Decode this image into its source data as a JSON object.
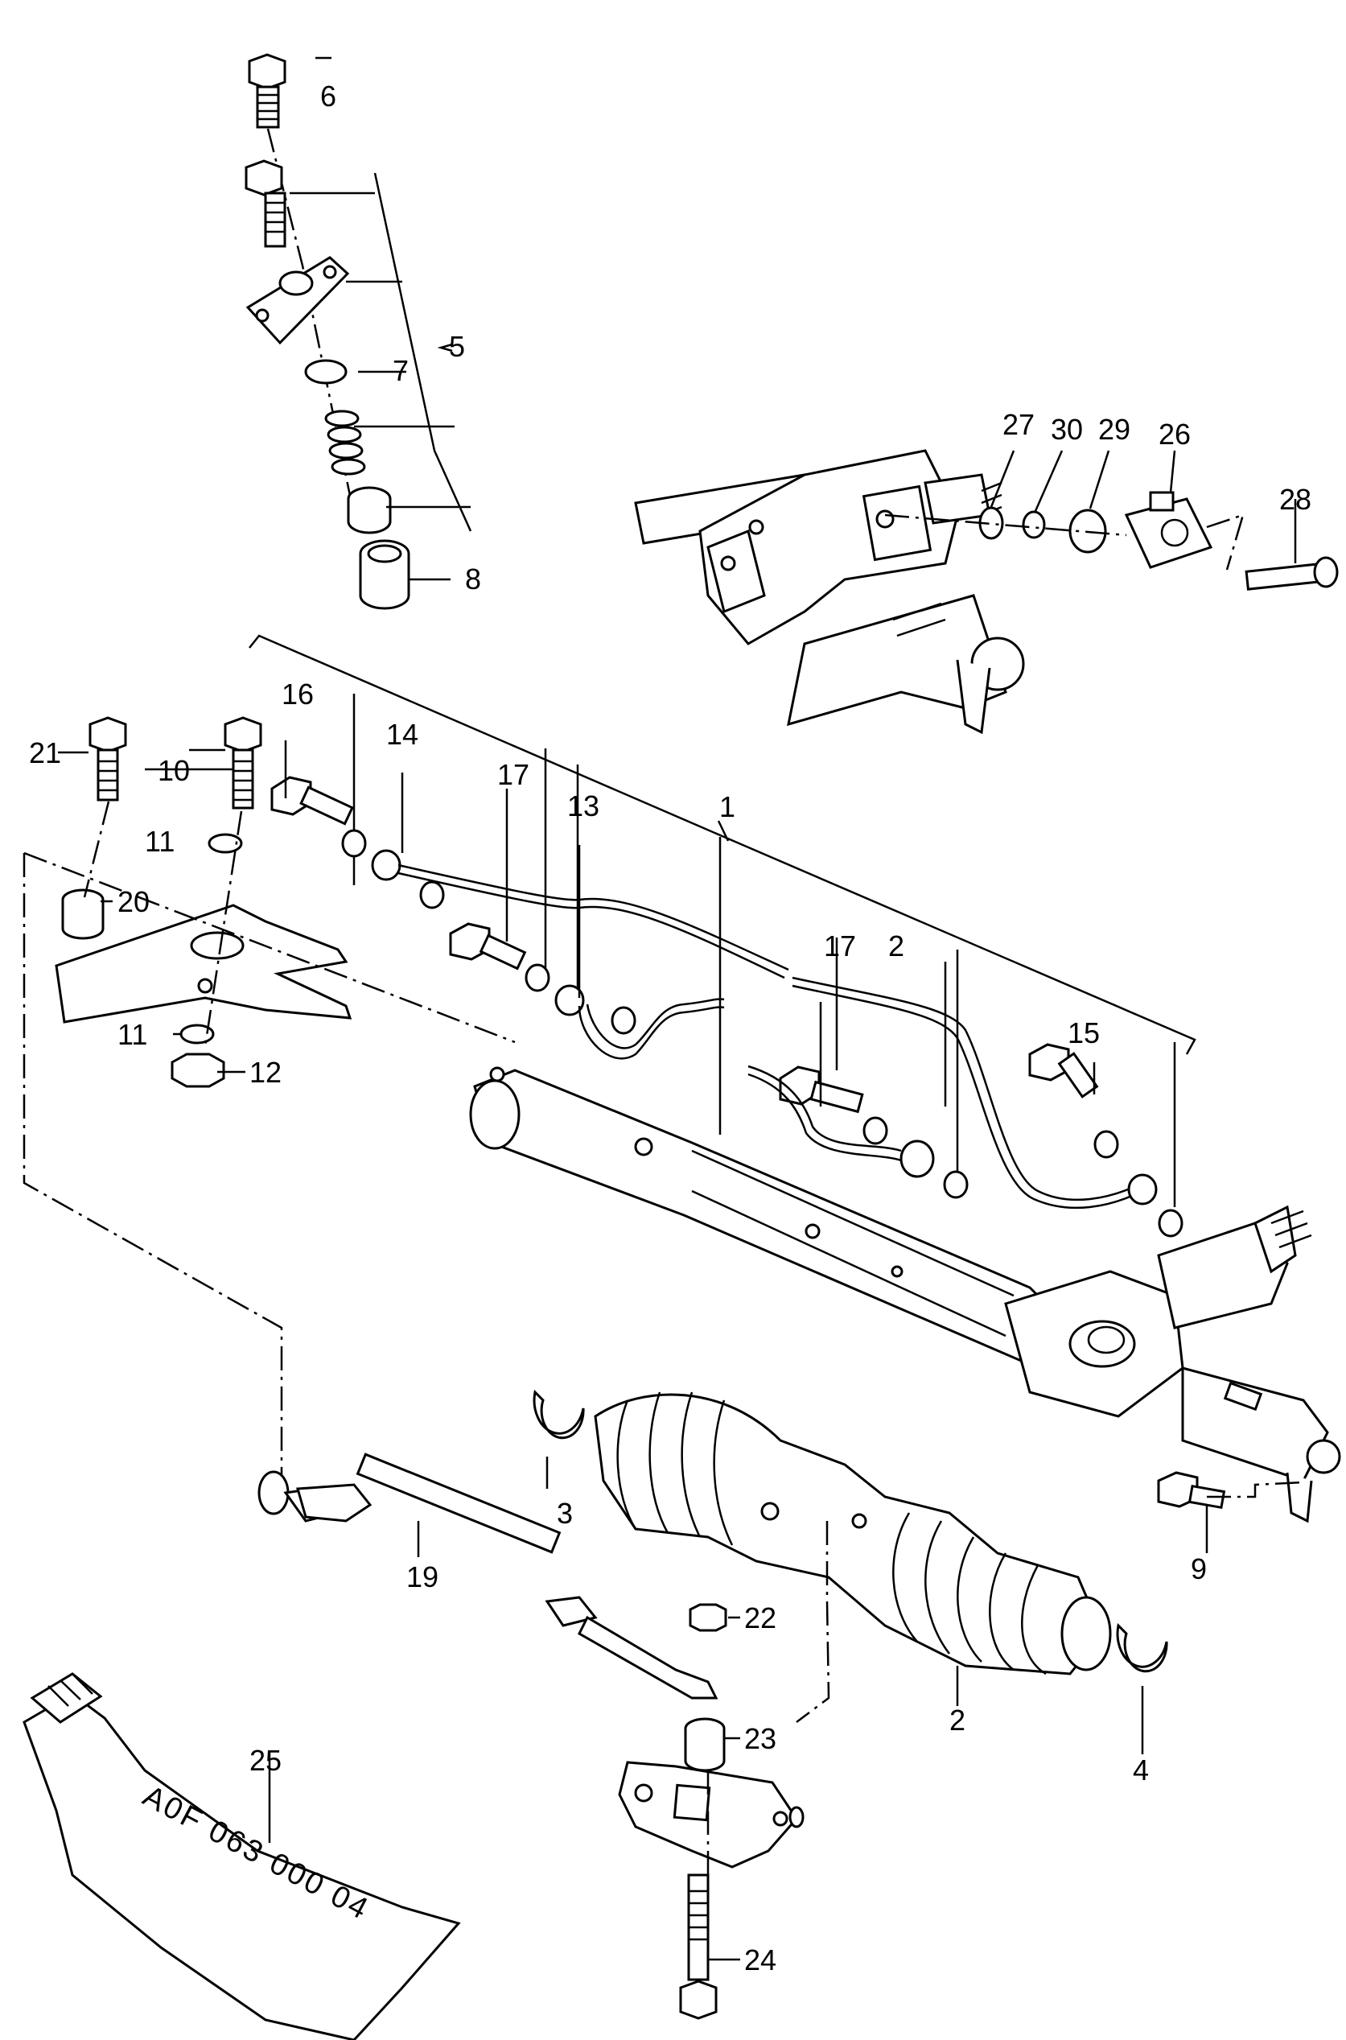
{
  "diagram": {
    "tube_text": "A0F 063 000 04",
    "callouts": [
      "1",
      "2",
      "2",
      "3",
      "4",
      "5",
      "6",
      "7",
      "8",
      "9",
      "10",
      "11",
      "11",
      "12",
      "13",
      "14",
      "15",
      "16",
      "17",
      "17",
      "19",
      "20",
      "21",
      "22",
      "23",
      "24",
      "25",
      "26",
      "27",
      "28",
      "29",
      "30"
    ]
  },
  "colors": {
    "ink": "#000000",
    "paper": "#ffffff"
  }
}
